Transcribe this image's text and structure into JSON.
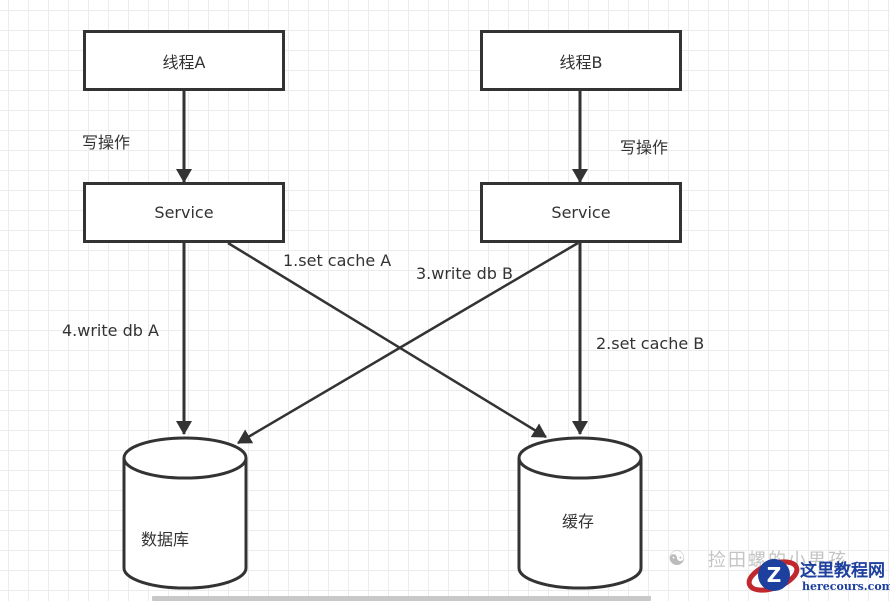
{
  "nodes": {
    "thread_a": "线程A",
    "thread_b": "线程B",
    "service_a": "Service",
    "service_b": "Service",
    "database": "数据库",
    "cache": "缓存"
  },
  "edges": {
    "thread_a_to_service": "写操作",
    "thread_b_to_service": "写操作",
    "step1": "1.set cache A",
    "step2": "2.set cache B",
    "step3": "3.write db B",
    "step4": "4.write db A"
  },
  "colors": {
    "stroke": "#333333",
    "grid": "#ececec",
    "watermark_brand": "#1d3f9e",
    "watermark_accent": "#c0282d"
  },
  "watermark": {
    "wechat_icon": "wechat-icon",
    "faded_text": "捡田螺的小男孩",
    "site_name": "这里教程网",
    "site_url": "herecours.com",
    "logo_letter": "Z"
  }
}
